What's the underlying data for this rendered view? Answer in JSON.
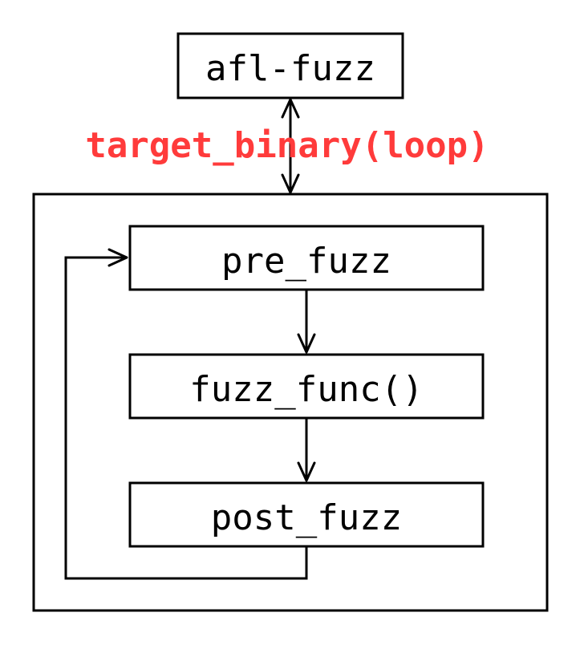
{
  "nodes": {
    "afl_fuzz": "afl-fuzz",
    "pre_fuzz": "pre_fuzz",
    "fuzz_func": "fuzz_func()",
    "post_fuzz": "post_fuzz"
  },
  "edge_label": "target_binary(loop)",
  "colors": {
    "label": "#ff3b3b",
    "stroke": "#000000"
  }
}
